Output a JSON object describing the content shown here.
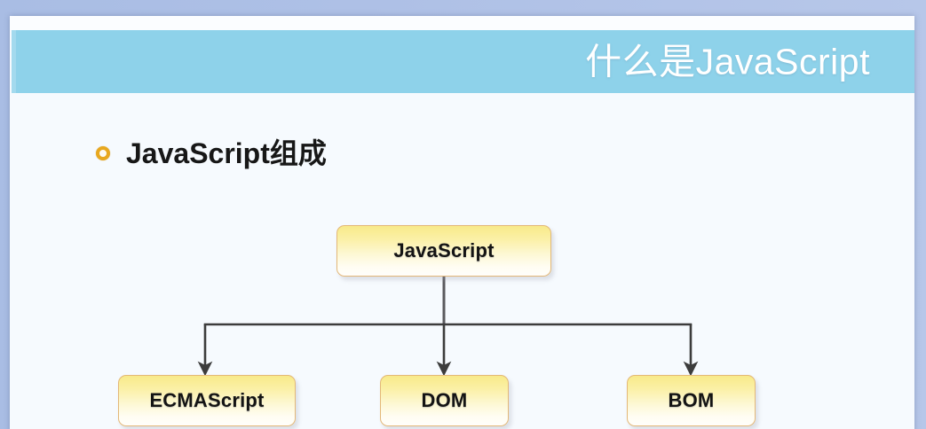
{
  "slide": {
    "title": "什么是JavaScript",
    "title_band_color": "#8ed2ea",
    "background_color": "#f6fafe",
    "heading": {
      "bullet_icon": "ring-bullet-icon",
      "bullet_color": "#e8a81f",
      "text": "JavaScript组成"
    },
    "diagram": {
      "type": "tree",
      "node_fill_top": "#f8ea8a",
      "node_fill_bottom": "#fffefb",
      "node_border_color": "#e3b878",
      "connector_color": "#3c3c3c",
      "root": {
        "id": "javascript",
        "label": "JavaScript"
      },
      "children": [
        {
          "id": "ecmascript",
          "label": "ECMAScript"
        },
        {
          "id": "dom",
          "label": "DOM"
        },
        {
          "id": "bom",
          "label": "BOM"
        }
      ]
    }
  }
}
